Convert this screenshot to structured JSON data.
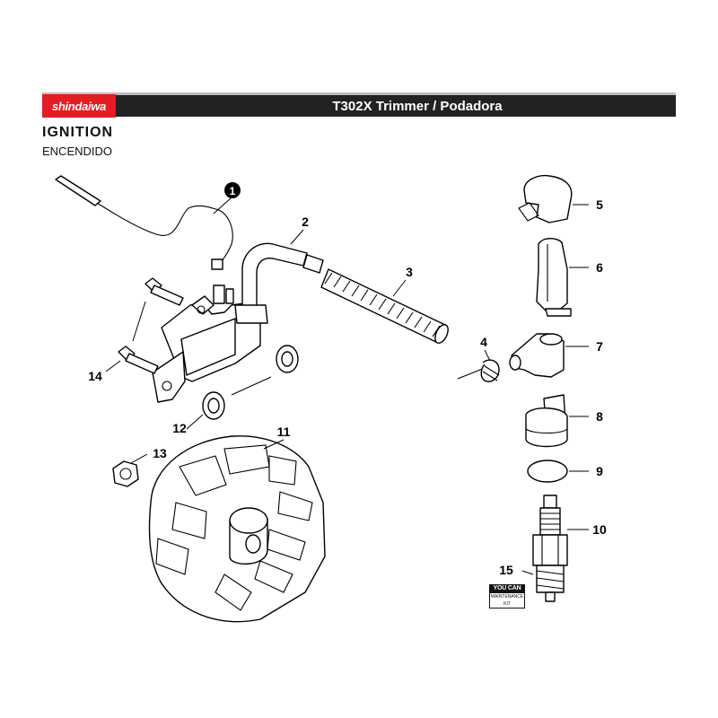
{
  "header": {
    "brand": "shindaiwa",
    "model_title": "T302X Trimmer / Podadora",
    "brand_color": "#e41c23",
    "bar_color": "#222222"
  },
  "section": {
    "title": "IGNITION",
    "subtitle": "ENCENDIDO"
  },
  "callouts": {
    "c1": "1",
    "c2": "2",
    "c3": "3",
    "c4": "4",
    "c5": "5",
    "c6": "6",
    "c7": "7",
    "c8": "8",
    "c9": "9",
    "c10": "10",
    "c11": "11",
    "c12": "12",
    "c13": "13",
    "c14": "14",
    "c15": "15"
  },
  "kit_logo": {
    "top": "YOU CAN",
    "bottom": "MAINTENANCE KIT"
  }
}
